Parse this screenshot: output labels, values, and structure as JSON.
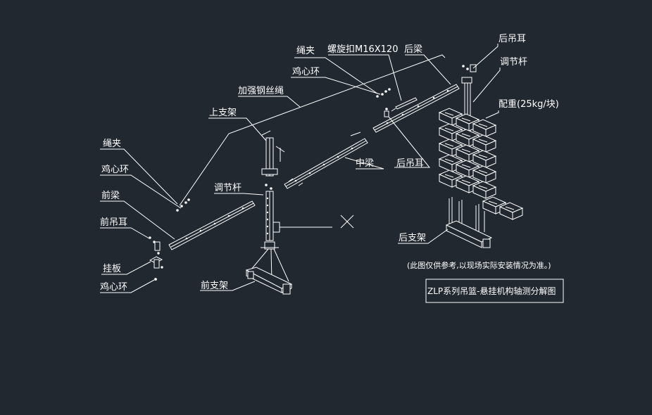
{
  "labels": {
    "rope_clip_top": "绳夹",
    "bolt": "螺旋扣M16X120",
    "rear_beam": "后梁",
    "rear_lug_top": "后吊耳",
    "thimble_top": "鸡心环",
    "adjust_rod_right": "调节杆",
    "reinforced_wire_rope": "加强钢丝绳",
    "counterweight": "配重(25kg/块)",
    "upper_support": "上支架",
    "middle_beam": "中梁",
    "rear_lug_mid": "后吊耳",
    "rope_clip_left": "绳夹",
    "thimble_left": "鸡心环",
    "adjust_rod_mid": "调节杆",
    "front_beam": "前梁",
    "front_lug": "前吊耳",
    "hanging_plate": "挂板",
    "thimble_bottom": "鸡心环",
    "front_support": "前支架",
    "rear_support": "后支架"
  },
  "note": "(此图仅供参考,以现场实际安装情况为准。)",
  "title": "ZLP系列吊篮-悬挂机构轴测分解图",
  "colors": {
    "background": "#212830",
    "line": "#ffffff"
  }
}
